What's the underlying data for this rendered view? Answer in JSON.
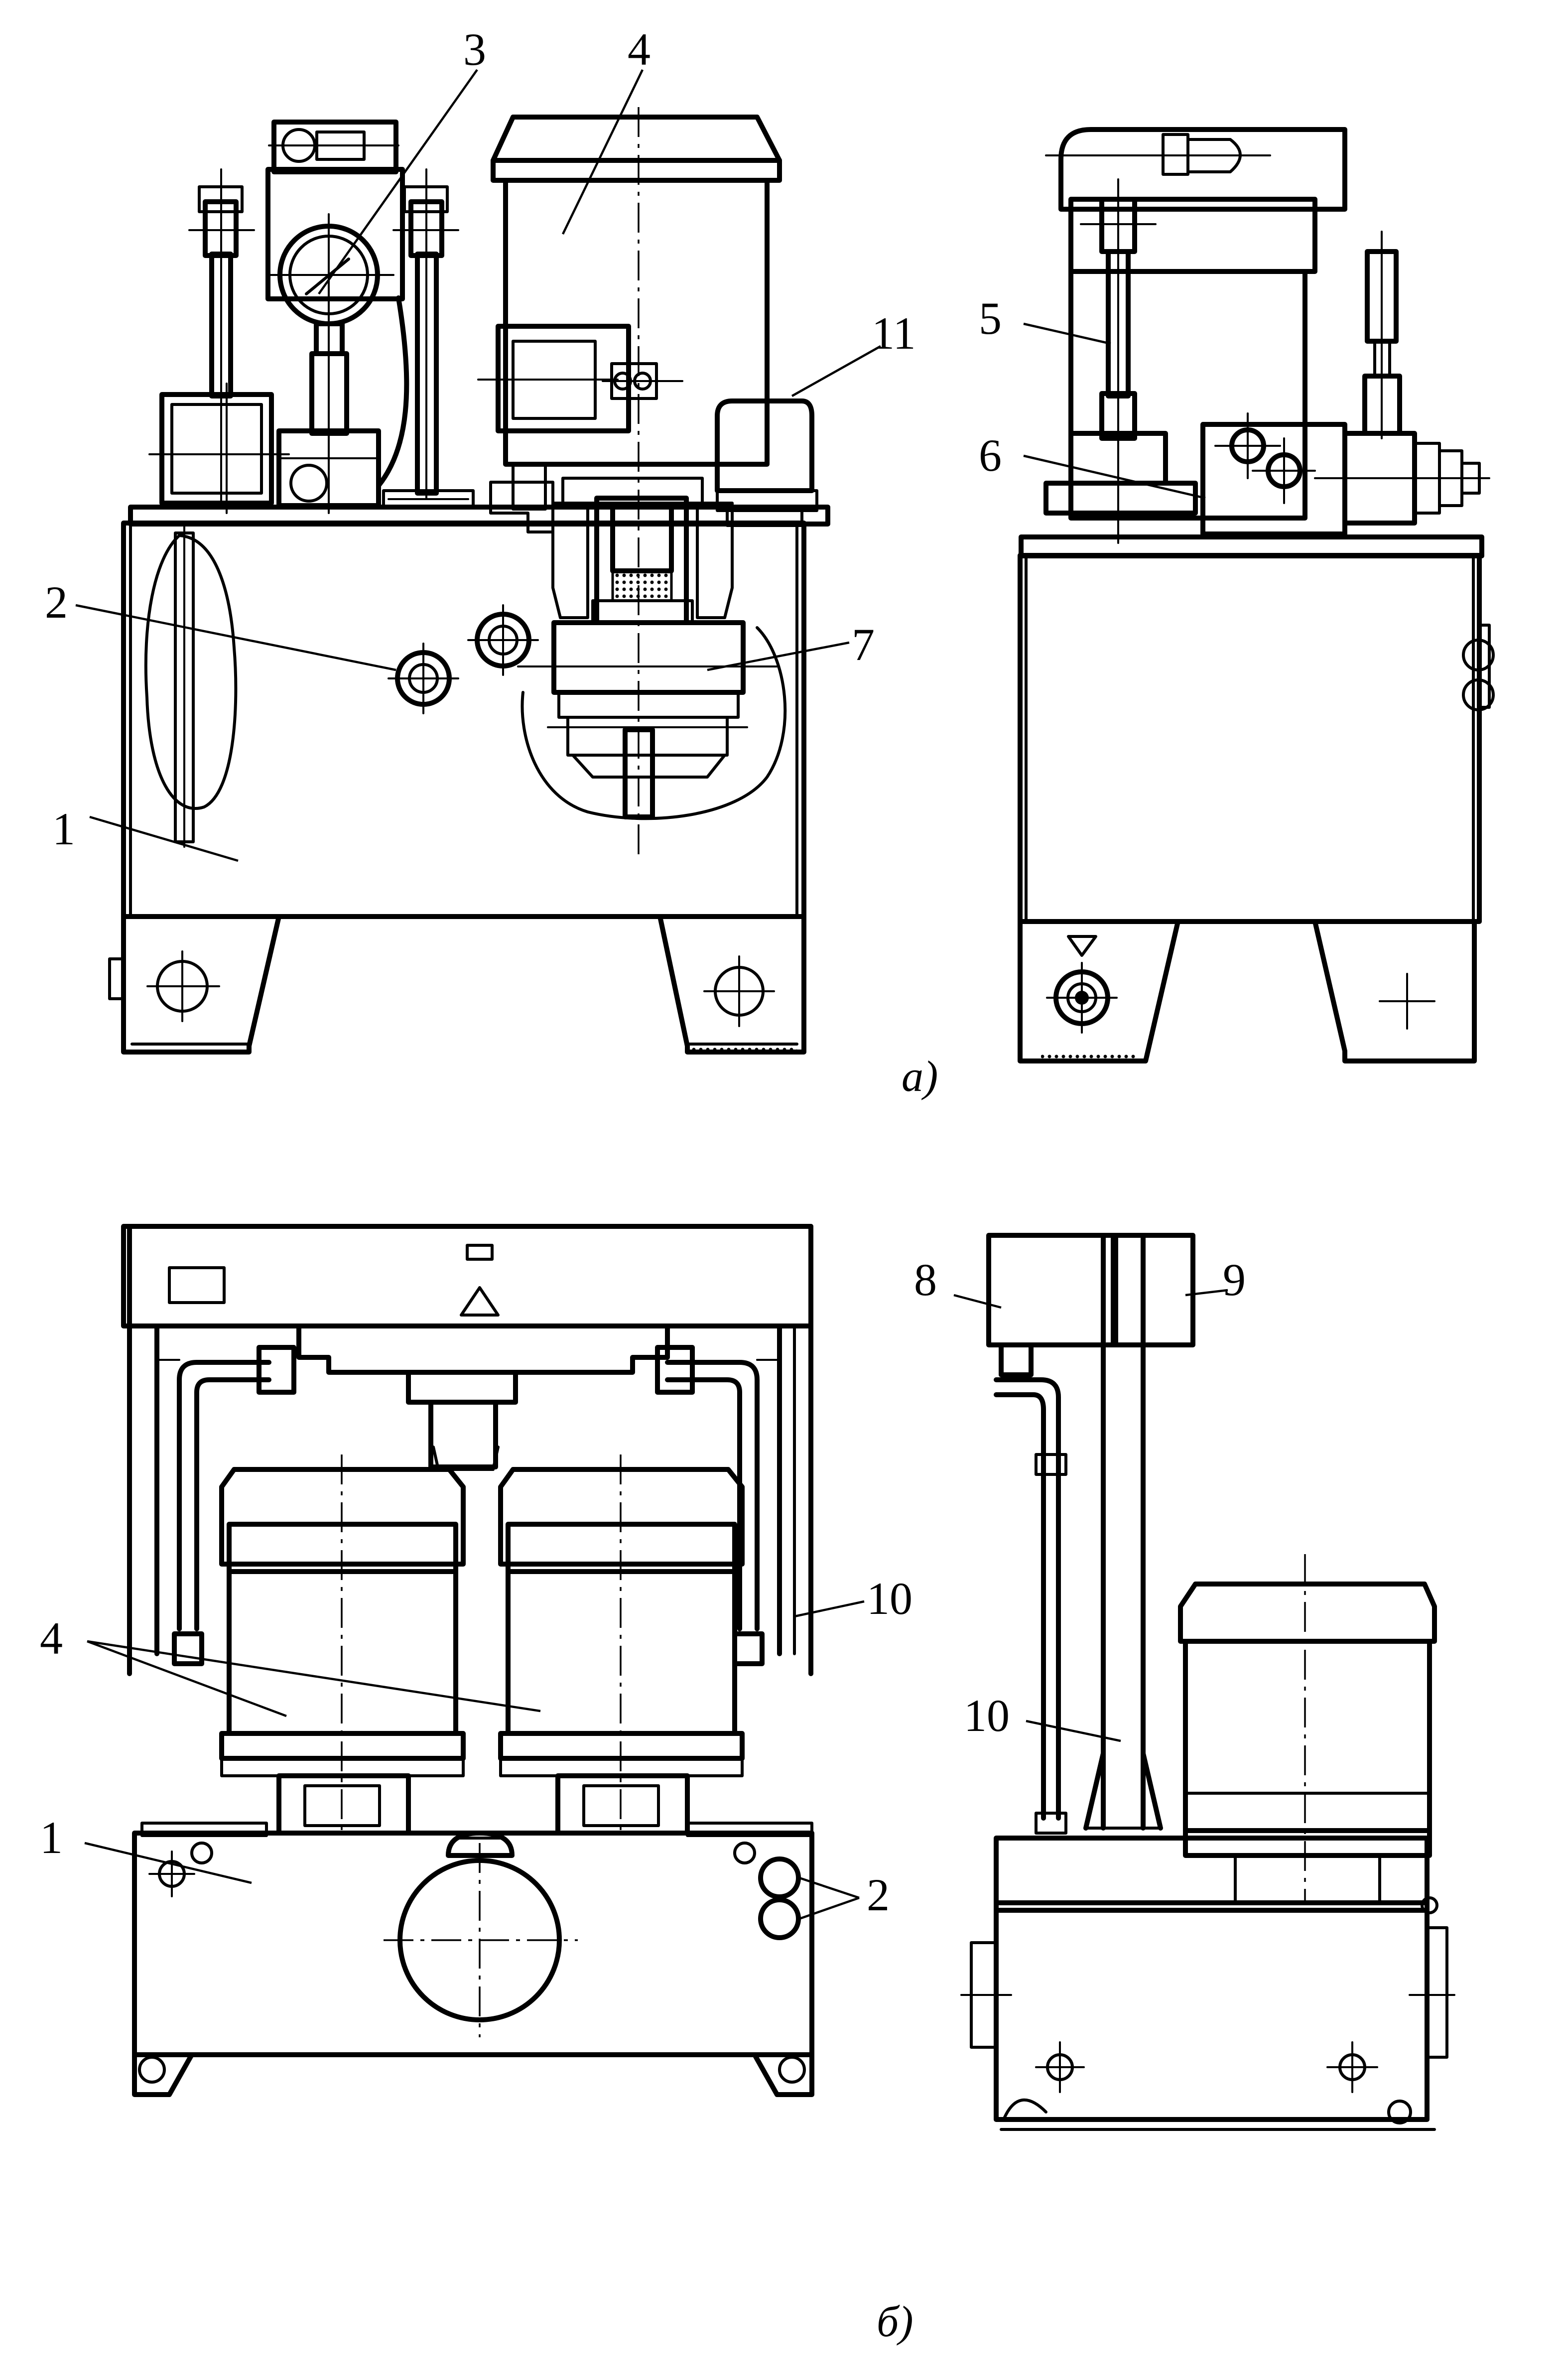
{
  "figure": {
    "view_a": {
      "caption": "а)",
      "labels": [
        "1",
        "2",
        "3",
        "4",
        "5",
        "6",
        "7",
        "11"
      ]
    },
    "view_b": {
      "caption": "б)",
      "labels": [
        "1",
        "2",
        "4",
        "8",
        "9",
        "10",
        "10"
      ]
    }
  },
  "colors": {
    "ink": "#000000",
    "paper": "#ffffff"
  }
}
